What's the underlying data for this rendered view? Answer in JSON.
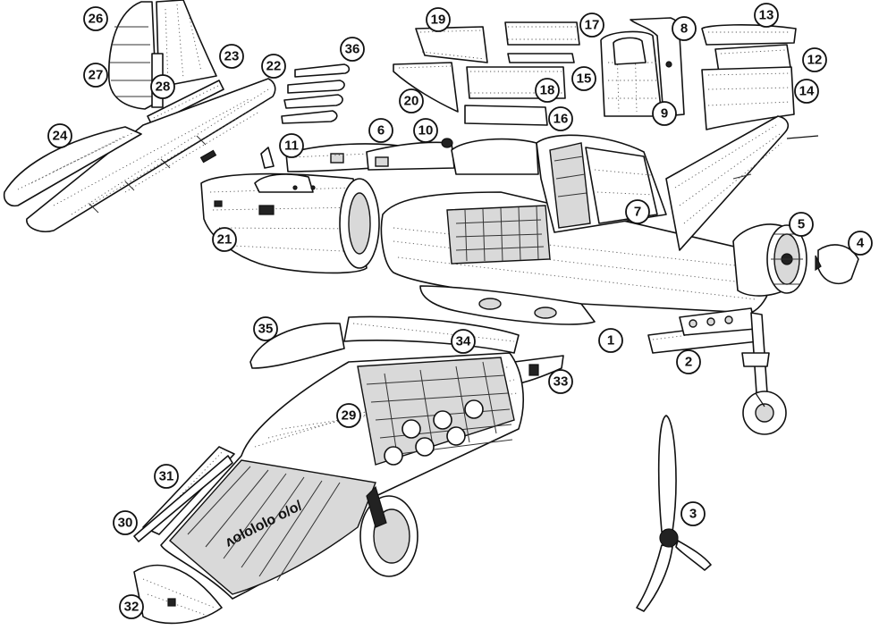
{
  "callouts": [
    {
      "label": "1"
    },
    {
      "label": "2"
    },
    {
      "label": "3"
    },
    {
      "label": "4"
    },
    {
      "label": "5"
    },
    {
      "label": "6"
    },
    {
      "label": "7"
    },
    {
      "label": "8"
    },
    {
      "label": "9"
    },
    {
      "label": "10"
    },
    {
      "label": "11"
    },
    {
      "label": "12"
    },
    {
      "label": "13"
    },
    {
      "label": "14"
    },
    {
      "label": "15"
    },
    {
      "label": "16"
    },
    {
      "label": "17"
    },
    {
      "label": "18"
    },
    {
      "label": "19"
    },
    {
      "label": "20"
    },
    {
      "label": "21"
    },
    {
      "label": "22"
    },
    {
      "label": "23"
    },
    {
      "label": "24"
    },
    {
      "label": "26"
    },
    {
      "label": "27"
    },
    {
      "label": "28"
    },
    {
      "label": "29"
    },
    {
      "label": "30"
    },
    {
      "label": "31"
    },
    {
      "label": "32"
    },
    {
      "label": "33"
    },
    {
      "label": "34"
    },
    {
      "label": "35"
    },
    {
      "label": "36"
    }
  ],
  "wing_marking": "ʌolololo o/o/",
  "colors": {
    "line": "#111111",
    "fill": "#ffffff",
    "shade": "#222222"
  }
}
